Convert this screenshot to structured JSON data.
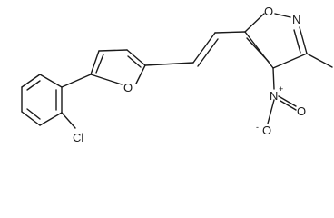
{
  "atoms": {
    "furan_oxygen": "O",
    "isoxazole_oxygen": "O",
    "isoxazole_nitrogen": "N",
    "nitro_nitrogen": "N",
    "nitro_nitrogen_charge": "+",
    "nitro_oxygen_top": "O",
    "nitro_oxygen_bottom": "O",
    "nitro_oxygen_bottom_charge": "-",
    "chlorine": "Cl"
  }
}
